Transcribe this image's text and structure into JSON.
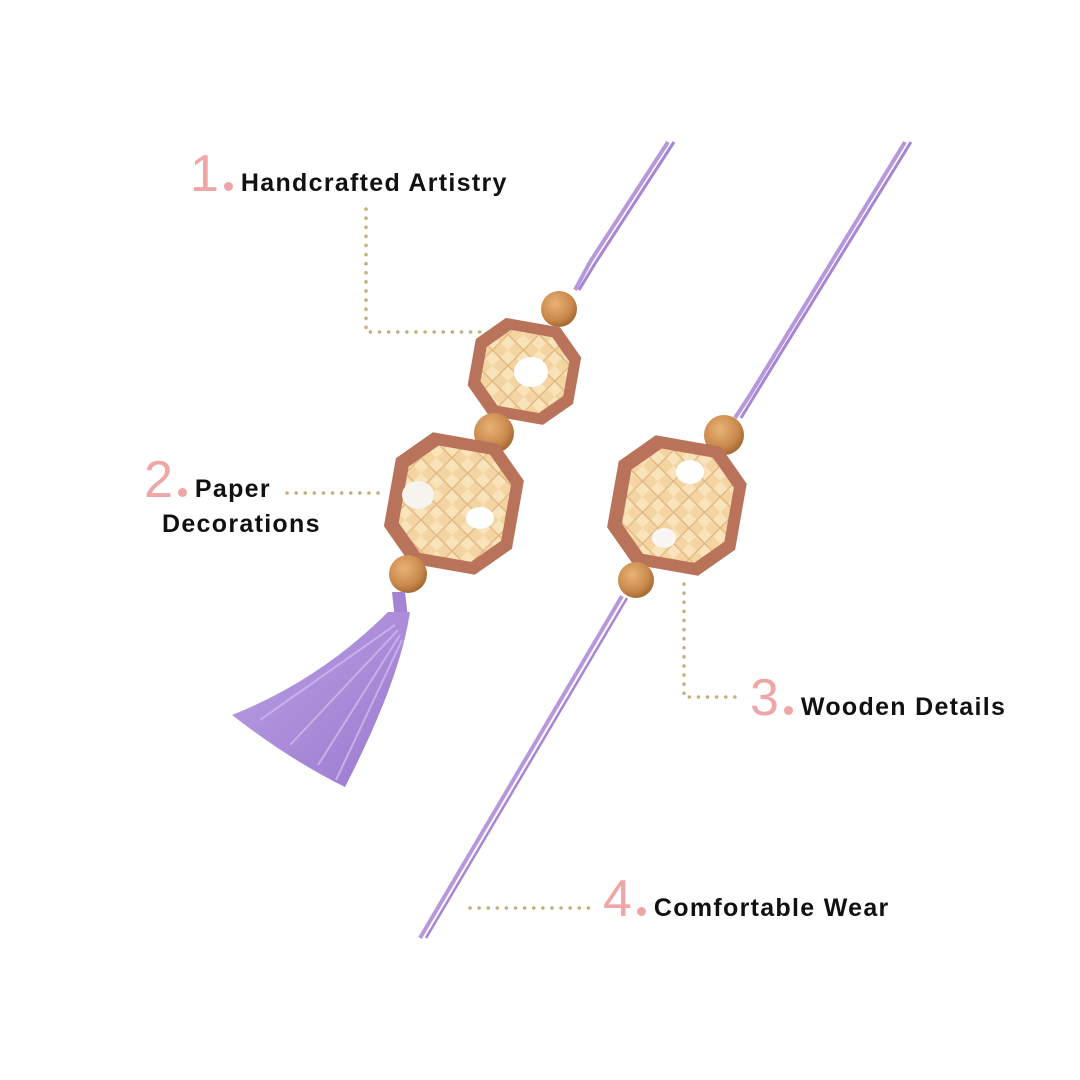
{
  "colors": {
    "thread": "#b898dc",
    "tassel": "#ad8cd9",
    "wood_frame": "#b8735a",
    "bead": "#cf9155",
    "woven_paper": "#f5d7a6",
    "leader_dots": "#c8ae7e",
    "number_pink": "#eea6a6"
  },
  "features": [
    {
      "number": "1",
      "label": "Handcrafted Artistry",
      "icon": "handcraft"
    },
    {
      "number": "2",
      "label_line1": "Paper",
      "label_line2": "Decorations",
      "icon": "paper"
    },
    {
      "number": "3",
      "label": "Wooden Details",
      "icon": "wood"
    },
    {
      "number": "4",
      "label": "Comfortable Wear",
      "icon": "thread"
    }
  ]
}
